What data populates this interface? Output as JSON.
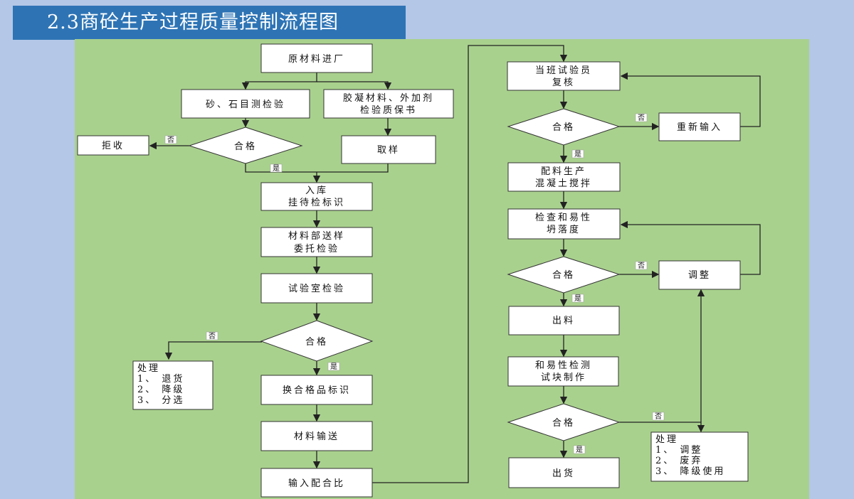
{
  "title": "2.3商砼生产过程质量控制流程图",
  "nodes": {
    "raw": "原材料进厂",
    "sand": "砂、石目测检验",
    "gel1": "胶凝材料、外加剂",
    "gel2": "检验质保书",
    "pass": "合格",
    "reject": "拒收",
    "sample": "取样",
    "storage1": "入库",
    "storage2": "挂待检标识",
    "dept1": "材料部送样",
    "dept2": "委托检验",
    "lab": "试验室检验",
    "proc_title": "处理",
    "proc1": "1、 退货",
    "proc2": "2、 降级",
    "proc3": "3、 分选",
    "qualified_tag": "换合格品标识",
    "transport": "材料输送",
    "ratio": "输入配合比",
    "duty1": "当班试验员",
    "duty2": "复核",
    "reinput": "重新输入",
    "mix1": "配料生产",
    "mix2": "混凝土搅拌",
    "check1": "检查和易性",
    "check2": "坍落度",
    "adjust": "调整",
    "out": "出料",
    "test1": "和易性检测",
    "test2": "试块制作",
    "handle1": "1、 调整",
    "handle2": "2、 废弃",
    "handle3": "3、 降级使用",
    "ship": "出货"
  },
  "labels": {
    "yes": "是",
    "no": "否"
  },
  "colors": {
    "background": "#b4c7e7",
    "title_bg": "#2e74b5",
    "canvas": "#a9d18e"
  }
}
